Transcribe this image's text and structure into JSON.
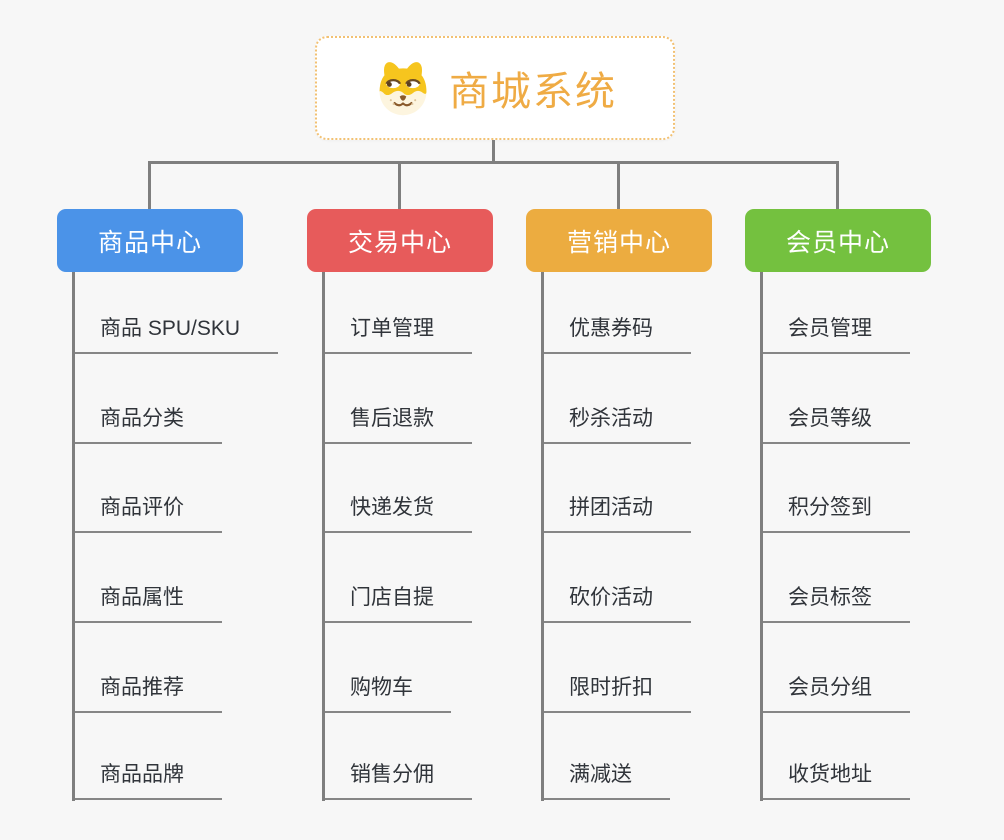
{
  "root": {
    "title": "商城系统",
    "icon": "shiba-dog-icon"
  },
  "theme": {
    "background": "#f7f7f7",
    "connector_color": "#7f7f7f",
    "root_border_color": "#f2c173",
    "root_title_color": "#efab44",
    "leaf_text_color": "#30343a",
    "leaf_line_color": "#868686"
  },
  "centers": [
    {
      "label": "商品中心",
      "color": "#4b93e8",
      "items": [
        "商品 SPU/SKU",
        "商品分类",
        "商品评价",
        "商品属性",
        "商品推荐",
        "商品品牌"
      ]
    },
    {
      "label": "交易中心",
      "color": "#e75b5b",
      "items": [
        "订单管理",
        "售后退款",
        "快递发货",
        "门店自提",
        "购物车",
        "销售分佣"
      ]
    },
    {
      "label": "营销中心",
      "color": "#ecac40",
      "items": [
        "优惠券码",
        "秒杀活动",
        "拼团活动",
        "砍价活动",
        "限时折扣",
        "满减送"
      ]
    },
    {
      "label": "会员中心",
      "color": "#74c13f",
      "items": [
        "会员管理",
        "会员等级",
        "积分签到",
        "会员标签",
        "会员分组",
        "收货地址"
      ]
    }
  ]
}
